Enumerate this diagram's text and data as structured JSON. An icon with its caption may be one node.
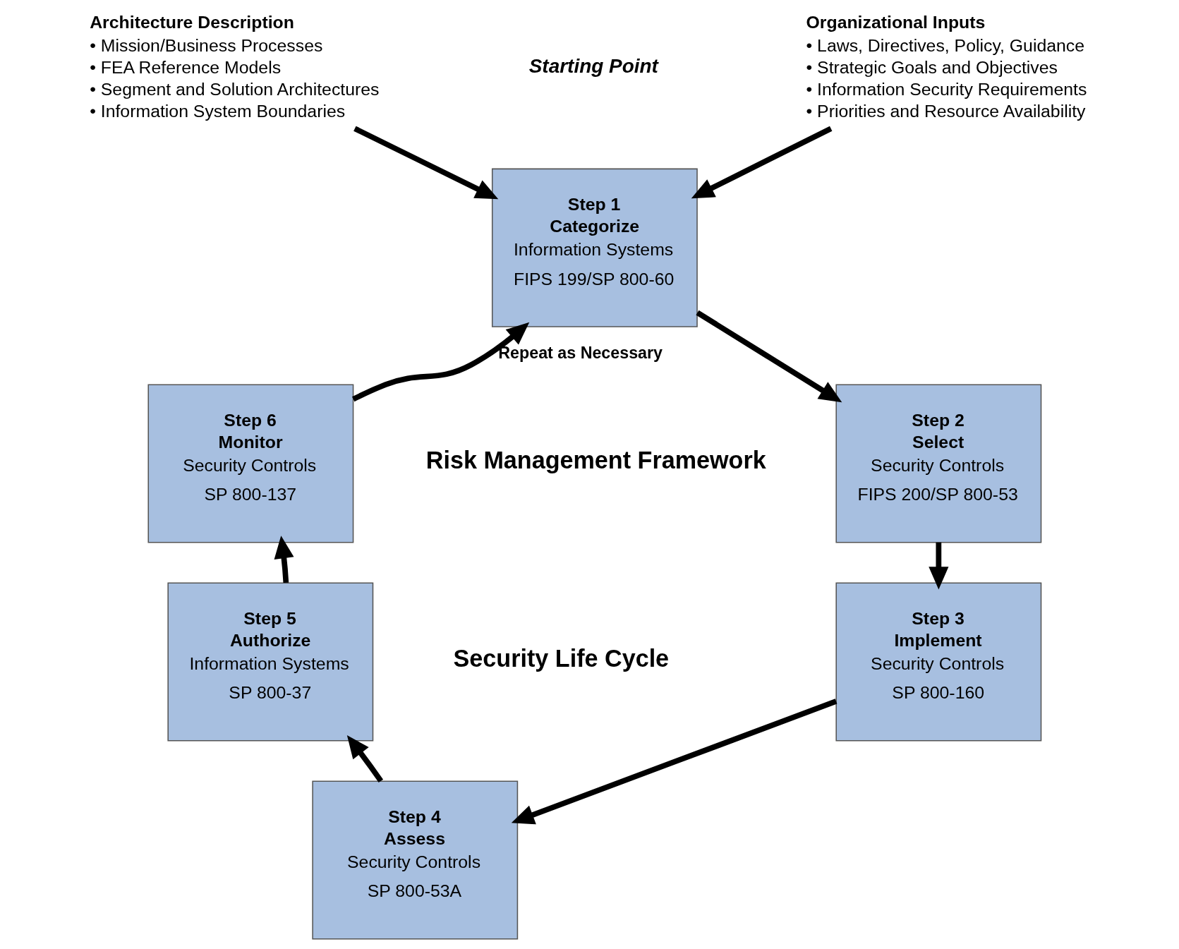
{
  "diagram": {
    "nodes": [
      {
        "text": [
          "Architecture Description",
          "• Mission/Business Processes",
          "• FEA Reference Models",
          "• Segment and Solution Architectures",
          "• Information System Boundaries"
        ]
      },
      {
        "text": [
          "Organizational Inputs",
          "• Laws, Directives, Policy, Guidance",
          "• Strategic Goals and Objectives",
          "• Information Security Requirements",
          "• Priorities and Resource Availability"
        ]
      },
      {
        "text": [
          "Step 1",
          "Categorize",
          "Information Systems",
          "FIPS 199/SP 800-60"
        ]
      },
      {
        "text": [
          "Step 2",
          "Select",
          "Security Controls",
          "FIPS 200/SP 800-53"
        ]
      },
      {
        "text": [
          "Step 3",
          "Implement",
          "Security Controls",
          "SP 800-160"
        ]
      },
      {
        "text": [
          "Step 4",
          "Assess",
          "Security Controls",
          "SP 800-53A"
        ]
      },
      {
        "text": [
          "Step 5",
          "Authorize",
          "Information Systems",
          "SP 800-37"
        ]
      },
      {
        "text": [
          "Step 6",
          "Monitor",
          "Security Controls",
          "SP 800-137"
        ]
      }
    ],
    "edges": [
      {
        "from": 0,
        "to": 2,
        "arrow": "to"
      },
      {
        "from": 1,
        "to": 2,
        "arrow": "to"
      },
      {
        "from": 2,
        "to": 3,
        "arrow": "to"
      },
      {
        "from": 3,
        "to": 4,
        "arrow": "to"
      },
      {
        "from": 4,
        "to": 5,
        "arrow": "to"
      },
      {
        "from": 5,
        "to": 6,
        "arrow": "to"
      },
      {
        "from": 6,
        "to": 7,
        "arrow": "to"
      },
      {
        "from": 7,
        "to": 2,
        "arrow": "to",
        "label": "Repeat as Necessary"
      }
    ],
    "labels": [
      "Starting Point",
      "Risk Management Framework",
      "Security Life Cycle"
    ]
  }
}
